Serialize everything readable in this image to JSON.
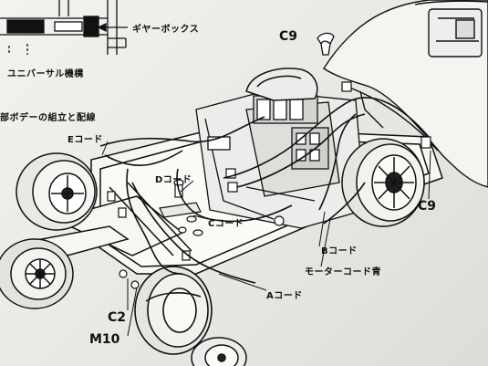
{
  "headings": {
    "gearbox": "ギヤーボックス",
    "universal": "ユニバーサル機構",
    "body_assembly": "部ボデーの組立と配線"
  },
  "cords": {
    "e": "Eコード",
    "d": "Dコード",
    "c": "Cコード",
    "b": "Bコード",
    "a": "Aコード",
    "motor": "モーターコード青"
  },
  "parts": {
    "c9_top": "C9",
    "c9_right": "C9",
    "c2": "C2",
    "m10": "M10"
  }
}
